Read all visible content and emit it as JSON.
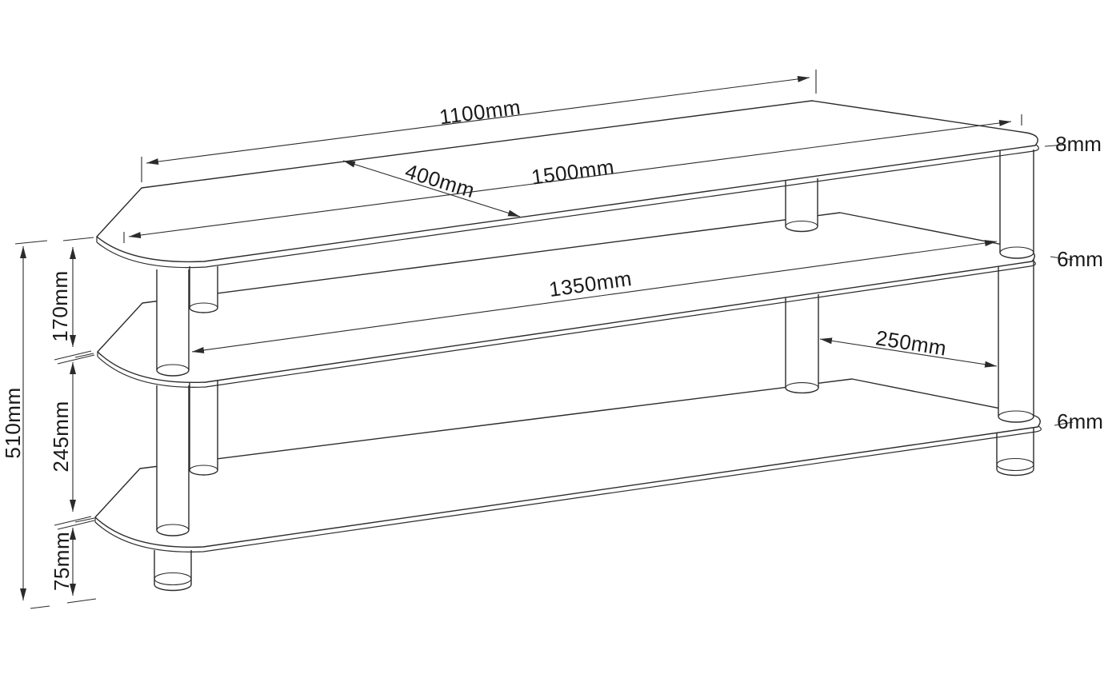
{
  "drawing": {
    "type": "furniture-technical-drawing",
    "colors": {
      "line": "#2b2b2b",
      "background": "#ffffff",
      "text": "#1a1a1a"
    },
    "dimensions": {
      "top_shelf_back_width": "1100mm",
      "top_shelf_depth": "400mm",
      "top_shelf_front_width": "1500mm",
      "top_shelf_thickness": "8mm",
      "middle_shelf_width": "1350mm",
      "middle_shelf_thickness": "6mm",
      "leg_spacing": "250mm",
      "bottom_shelf_thickness": "6mm",
      "gap_top_to_middle": "170mm",
      "gap_middle_to_bottom": "245mm",
      "gap_bottom_to_floor": "75mm",
      "total_height": "510mm"
    }
  }
}
